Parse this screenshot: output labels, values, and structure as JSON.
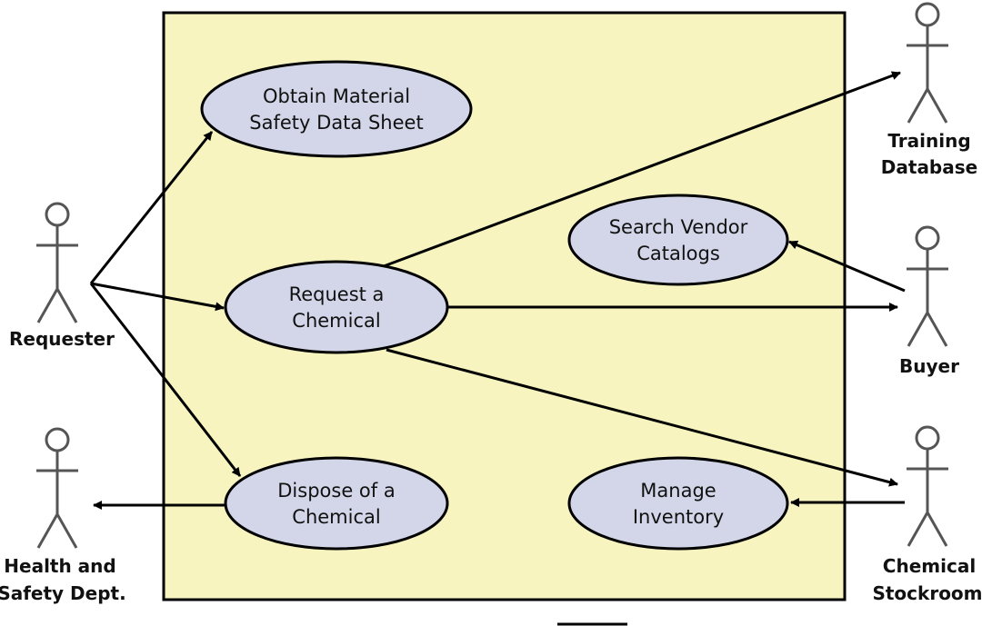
{
  "colors": {
    "system_fill": "#f7f4c0",
    "use_case_fill": "#d3d6e8",
    "actor_stroke": "#555555",
    "line": "#000000"
  },
  "use_cases": {
    "obtain_msds": {
      "line1": "Obtain Material",
      "line2": "Safety Data Sheet"
    },
    "search_vendor": {
      "line1": "Search Vendor",
      "line2": "Catalogs"
    },
    "request_chemical": {
      "line1": "Request a",
      "line2": "Chemical"
    },
    "dispose_chemical": {
      "line1": "Dispose of a",
      "line2": "Chemical"
    },
    "manage_inventory": {
      "line1": "Manage",
      "line2": "Inventory"
    }
  },
  "actors": {
    "requester": {
      "line1": "Requester",
      "line2": ""
    },
    "health_safety": {
      "line1": "Health and",
      "line2": "Safety Dept."
    },
    "training_db": {
      "line1": "Training",
      "line2": "Database"
    },
    "buyer": {
      "line1": "Buyer",
      "line2": ""
    },
    "stockroom": {
      "line1": "Chemical",
      "line2": "Stockroom"
    }
  }
}
